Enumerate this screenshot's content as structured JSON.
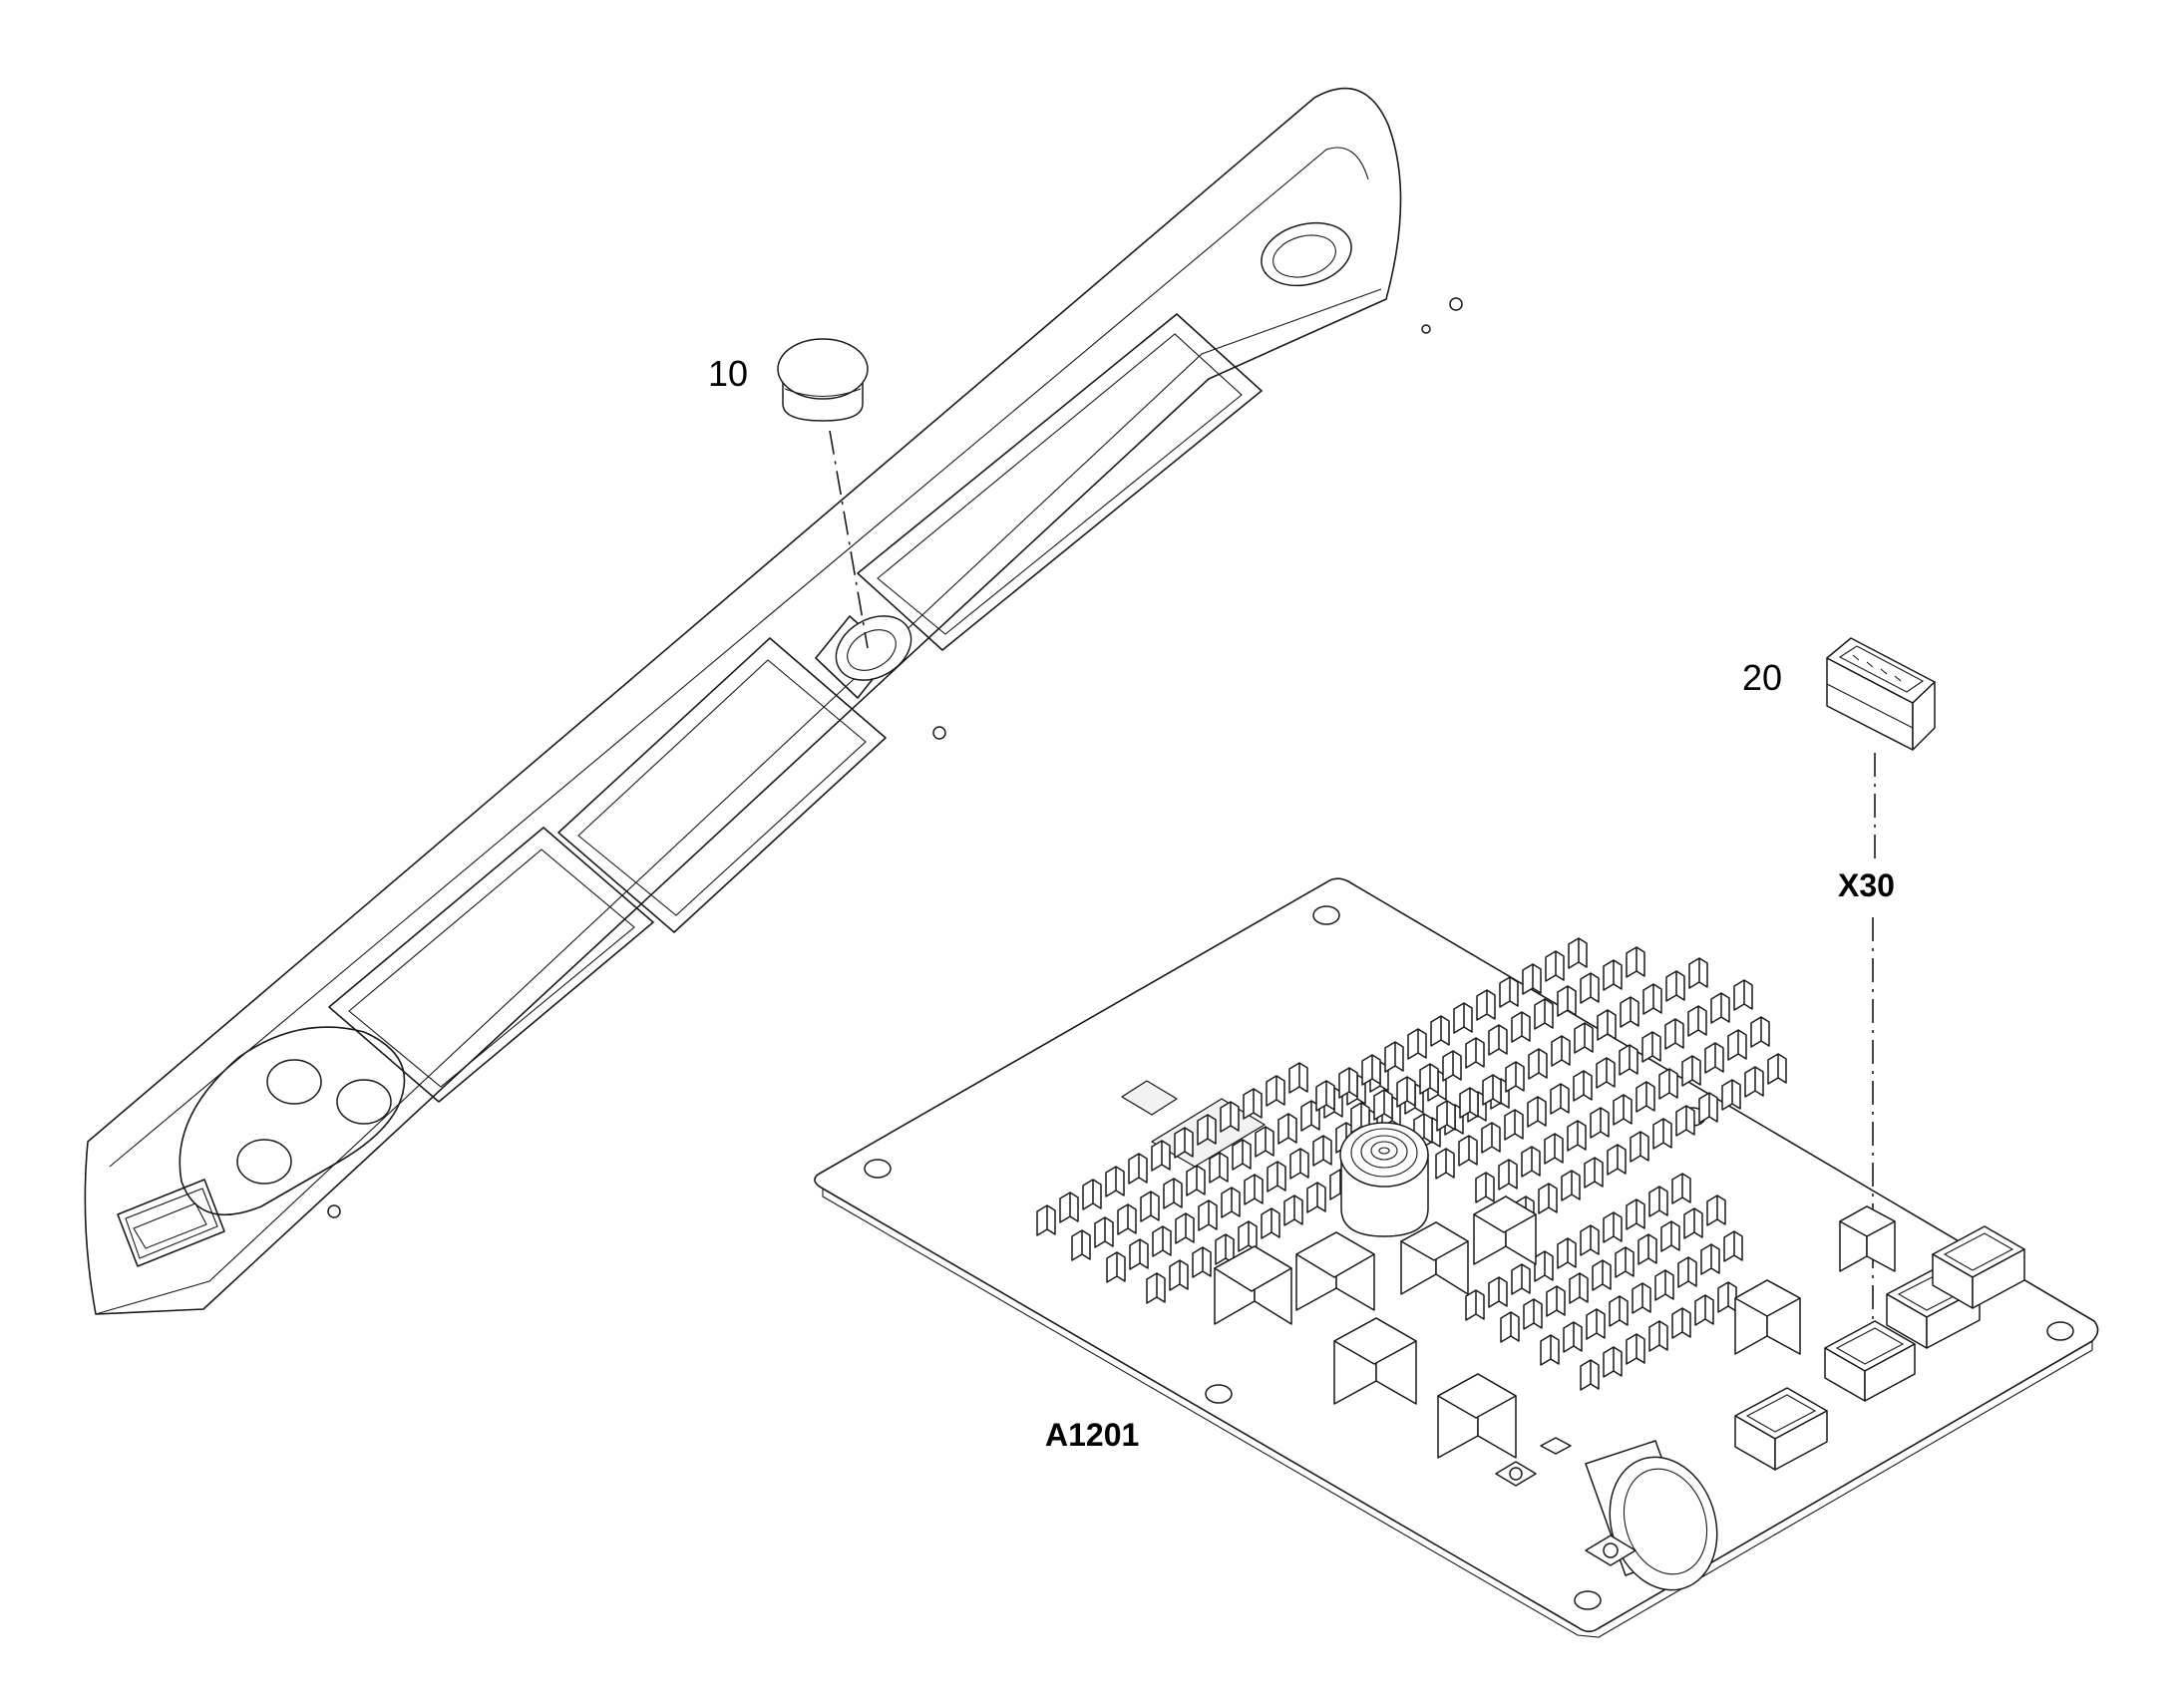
{
  "callouts": {
    "part_10": "10",
    "part_20": "20"
  },
  "references": {
    "connector": "X30",
    "board": "A1201"
  },
  "colors": {
    "line": "#1a1a1a",
    "background": "#ffffff"
  }
}
